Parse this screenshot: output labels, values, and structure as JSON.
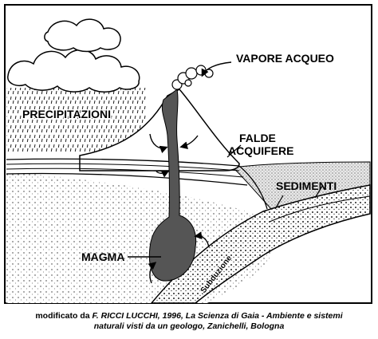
{
  "labels": {
    "vapore": "VAPORE ACQUEO",
    "precipitazioni": "PRECIPITAZIONI",
    "falde_line1": "FALDE",
    "falde_line2": "ACQUIFERE",
    "sedimenti": "SEDIMENTI",
    "magma": "MAGMA",
    "subduzione": "Subduzione"
  },
  "caption": {
    "prefix": "modificato da ",
    "line1_italic": "F. RICCI LUCCHI, 1996, La Scienza di Gaia - Ambiente e sistemi",
    "line2_italic": "naturali visti da un geologo, Zanichelli, Bologna"
  },
  "colors": {
    "ink": "#000000",
    "paper": "#ffffff",
    "sediment_fill": "#e4e4e4",
    "magma_fill": "#555555"
  }
}
